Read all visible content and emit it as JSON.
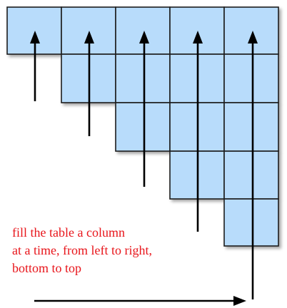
{
  "diagram": {
    "columns": 5,
    "cells_per_column": [
      1,
      2,
      3,
      4,
      5
    ],
    "cell_fill": "#b8dcfb",
    "grid_line_color": "#1f1f1f",
    "arrow_color": "#000000",
    "caption_color": "#e8151b",
    "caption_lines": [
      "fill the table a column",
      "at a time, from left to right,",
      "bottom to top"
    ],
    "upward_arrow_count": 5,
    "horizontal_arrow_direction": "left-to-right"
  }
}
